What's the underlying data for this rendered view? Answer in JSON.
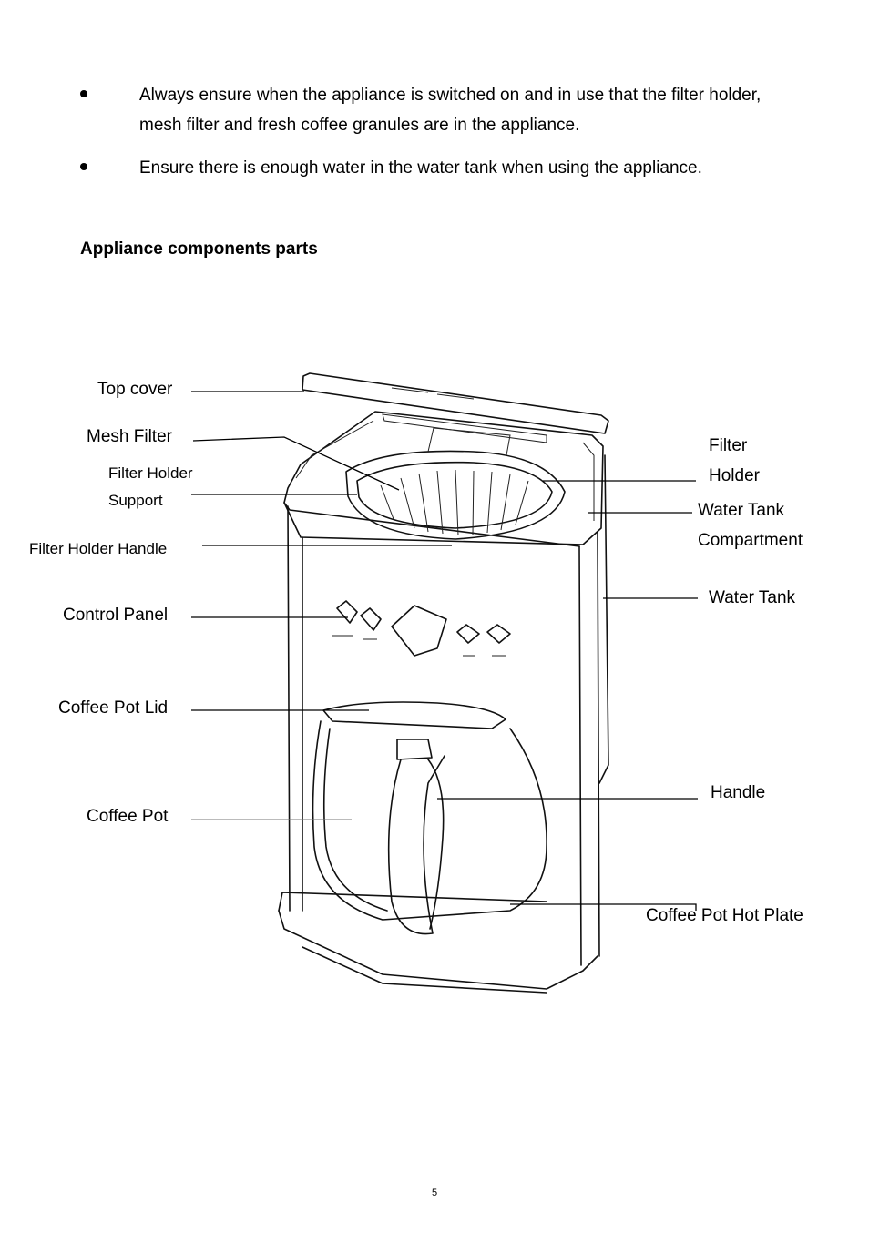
{
  "bullets": [
    "Always ensure when the appliance is switched on and in use that the filter holder, mesh filter and fresh coffee granules are in the appliance.",
    "Ensure there is enough water in the water tank when using the appliance."
  ],
  "section_title": "Appliance components parts",
  "labels": {
    "top_cover": "Top cover",
    "mesh_filter": "Mesh Filter",
    "filter_holder_support_1": "Filter Holder",
    "filter_holder_support_2": "Support",
    "filter_holder_handle": "Filter Holder Handle",
    "control_panel": "Control Panel",
    "coffee_pot_lid": "Coffee Pot Lid",
    "coffee_pot": "Coffee Pot",
    "filter_holder_1": "Filter",
    "filter_holder_2": "Holder",
    "water_tank_compartment_1": "Water Tank",
    "water_tank_compartment_2": "Compartment",
    "water_tank": "Water Tank",
    "handle": "Handle",
    "coffee_pot_hot_plate": "Coffee Pot Hot Plate"
  },
  "page_number": "5"
}
